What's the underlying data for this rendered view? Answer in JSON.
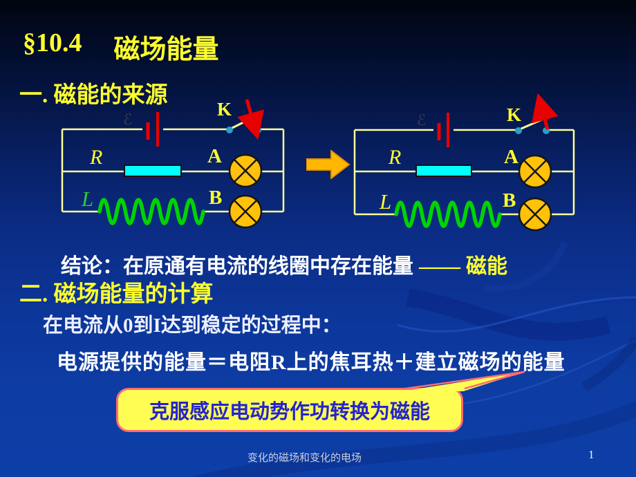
{
  "slide": {
    "title_number": "§10.4",
    "title_text": "磁场能量",
    "section1_heading": "一. 磁能的来源",
    "conclusion_text": "结论：在原通有电流的线圈中存在能量",
    "conclusion_dash": "——",
    "conclusion_highlight": "磁能",
    "section2_heading": "二. 磁场能量的计算",
    "process_line": "在电流从0到I达到稳定的过程中：",
    "energy_equation": "电源提供的能量＝电阻R上的焦耳热＋建立磁场的能量",
    "callout_text": "克服感应电动势作功转换为磁能",
    "footer_text": "变化的磁场和变化的电场",
    "page_number": "1"
  },
  "circuit_left": {
    "emf_label": "ℰ",
    "switch_label": "K",
    "resistor_label": "R",
    "inductor_label": "L",
    "lamp_a_label": "A",
    "lamp_b_label": "B",
    "state": "switch-closing"
  },
  "circuit_right": {
    "emf_label": "ℰ",
    "switch_label": "K",
    "resistor_label": "R",
    "inductor_label": "L",
    "lamp_a_label": "A",
    "lamp_b_label": "B",
    "state": "switch-opening"
  },
  "colors": {
    "accent_yellow": "#ffff2e",
    "wire_yellow": "#ffff99",
    "resistor_fill": "#00ffff",
    "coil_green": "#00d400",
    "lamp_fill": "#ffc10a",
    "battery_red": "#e80000",
    "switch_dot_teal": "#2aa0c8",
    "block_arrow_orange": "#ffb703",
    "callout_fill": "#fffc54",
    "callout_border": "#ff6b74",
    "callout_text_blue": "#2424ce"
  }
}
